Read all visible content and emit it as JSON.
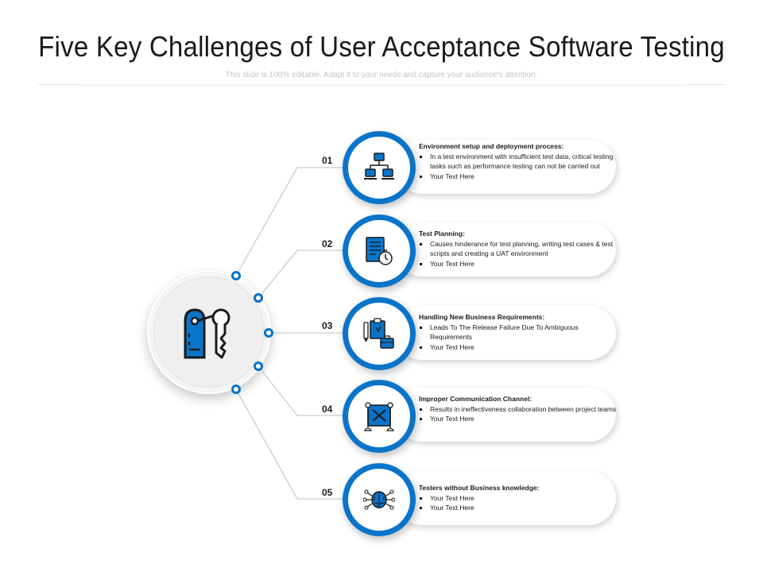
{
  "slide": {
    "title": "Five Key Challenges of User Acceptance Software Testing",
    "subtitle": "This slide is 100% editable. Adapt it to your needs and capture your audience's attention."
  },
  "colors": {
    "accent": "#0a74c9",
    "hub_bg": "#efefef",
    "text": "#1a1a1a"
  },
  "hub": {
    "icon": "key-tag-icon"
  },
  "items": [
    {
      "number": "01",
      "icon": "network-computers-icon",
      "heading": "Environment setup and deployment process:",
      "bullets": [
        "In a test environment with insufficient test data, critical testing tasks such as performance testing can not be carried out",
        "Your Text Here"
      ]
    },
    {
      "number": "02",
      "icon": "test-plan-stopwatch-icon",
      "heading": "Test Planning:",
      "bullets": [
        "Causes hinderance for test planning, writing test cases & test scripts and creating a UAT environment",
        "Your Text Here"
      ]
    },
    {
      "number": "03",
      "icon": "clipboard-briefcase-icon",
      "heading": "Handling New Business Requirements:",
      "bullets": [
        "Leads To The Release Failure Due To Ambiguous Requirements",
        "Your Text Here"
      ]
    },
    {
      "number": "04",
      "icon": "blocked-communication-icon",
      "heading": "Improper Communication Channel:",
      "bullets": [
        "Results in ineffectiveness collaboration between project teams",
        "Your Text Here"
      ]
    },
    {
      "number": "05",
      "icon": "brain-circuit-icon",
      "heading": "Testers without Business knowledge:",
      "bullets": [
        "Your Text Here",
        "Your Text Here"
      ]
    }
  ]
}
